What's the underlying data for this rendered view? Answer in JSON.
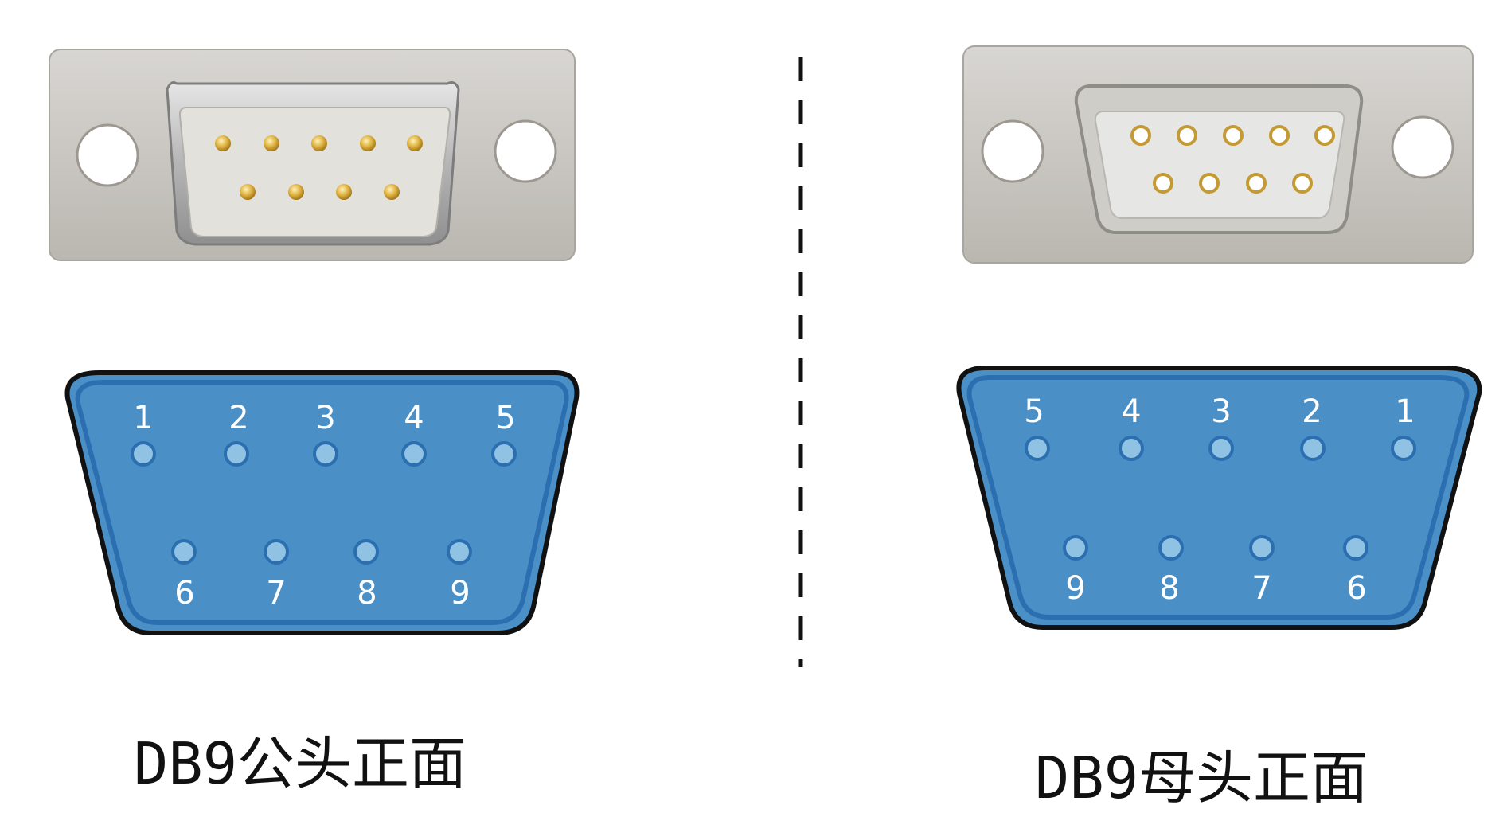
{
  "male": {
    "caption": "DB9公头正面",
    "top_row_labels": [
      "1",
      "2",
      "3",
      "4",
      "5"
    ],
    "bottom_row_labels": [
      "6",
      "7",
      "8",
      "9"
    ]
  },
  "female": {
    "caption": "DB9母头正面",
    "top_row_labels": [
      "5",
      "4",
      "3",
      "2",
      "1"
    ],
    "bottom_row_labels": [
      "9",
      "8",
      "7",
      "6"
    ]
  },
  "colors": {
    "connector_fill": "#4a8fc6",
    "connector_inner_border": "#2c6fb1",
    "connector_outline": "#111111",
    "pin_fill": "#8fc2e3",
    "metal_plate": "#c9c6c1",
    "insulator": "#e4e3df",
    "gold_pin": "#d6a83b"
  }
}
